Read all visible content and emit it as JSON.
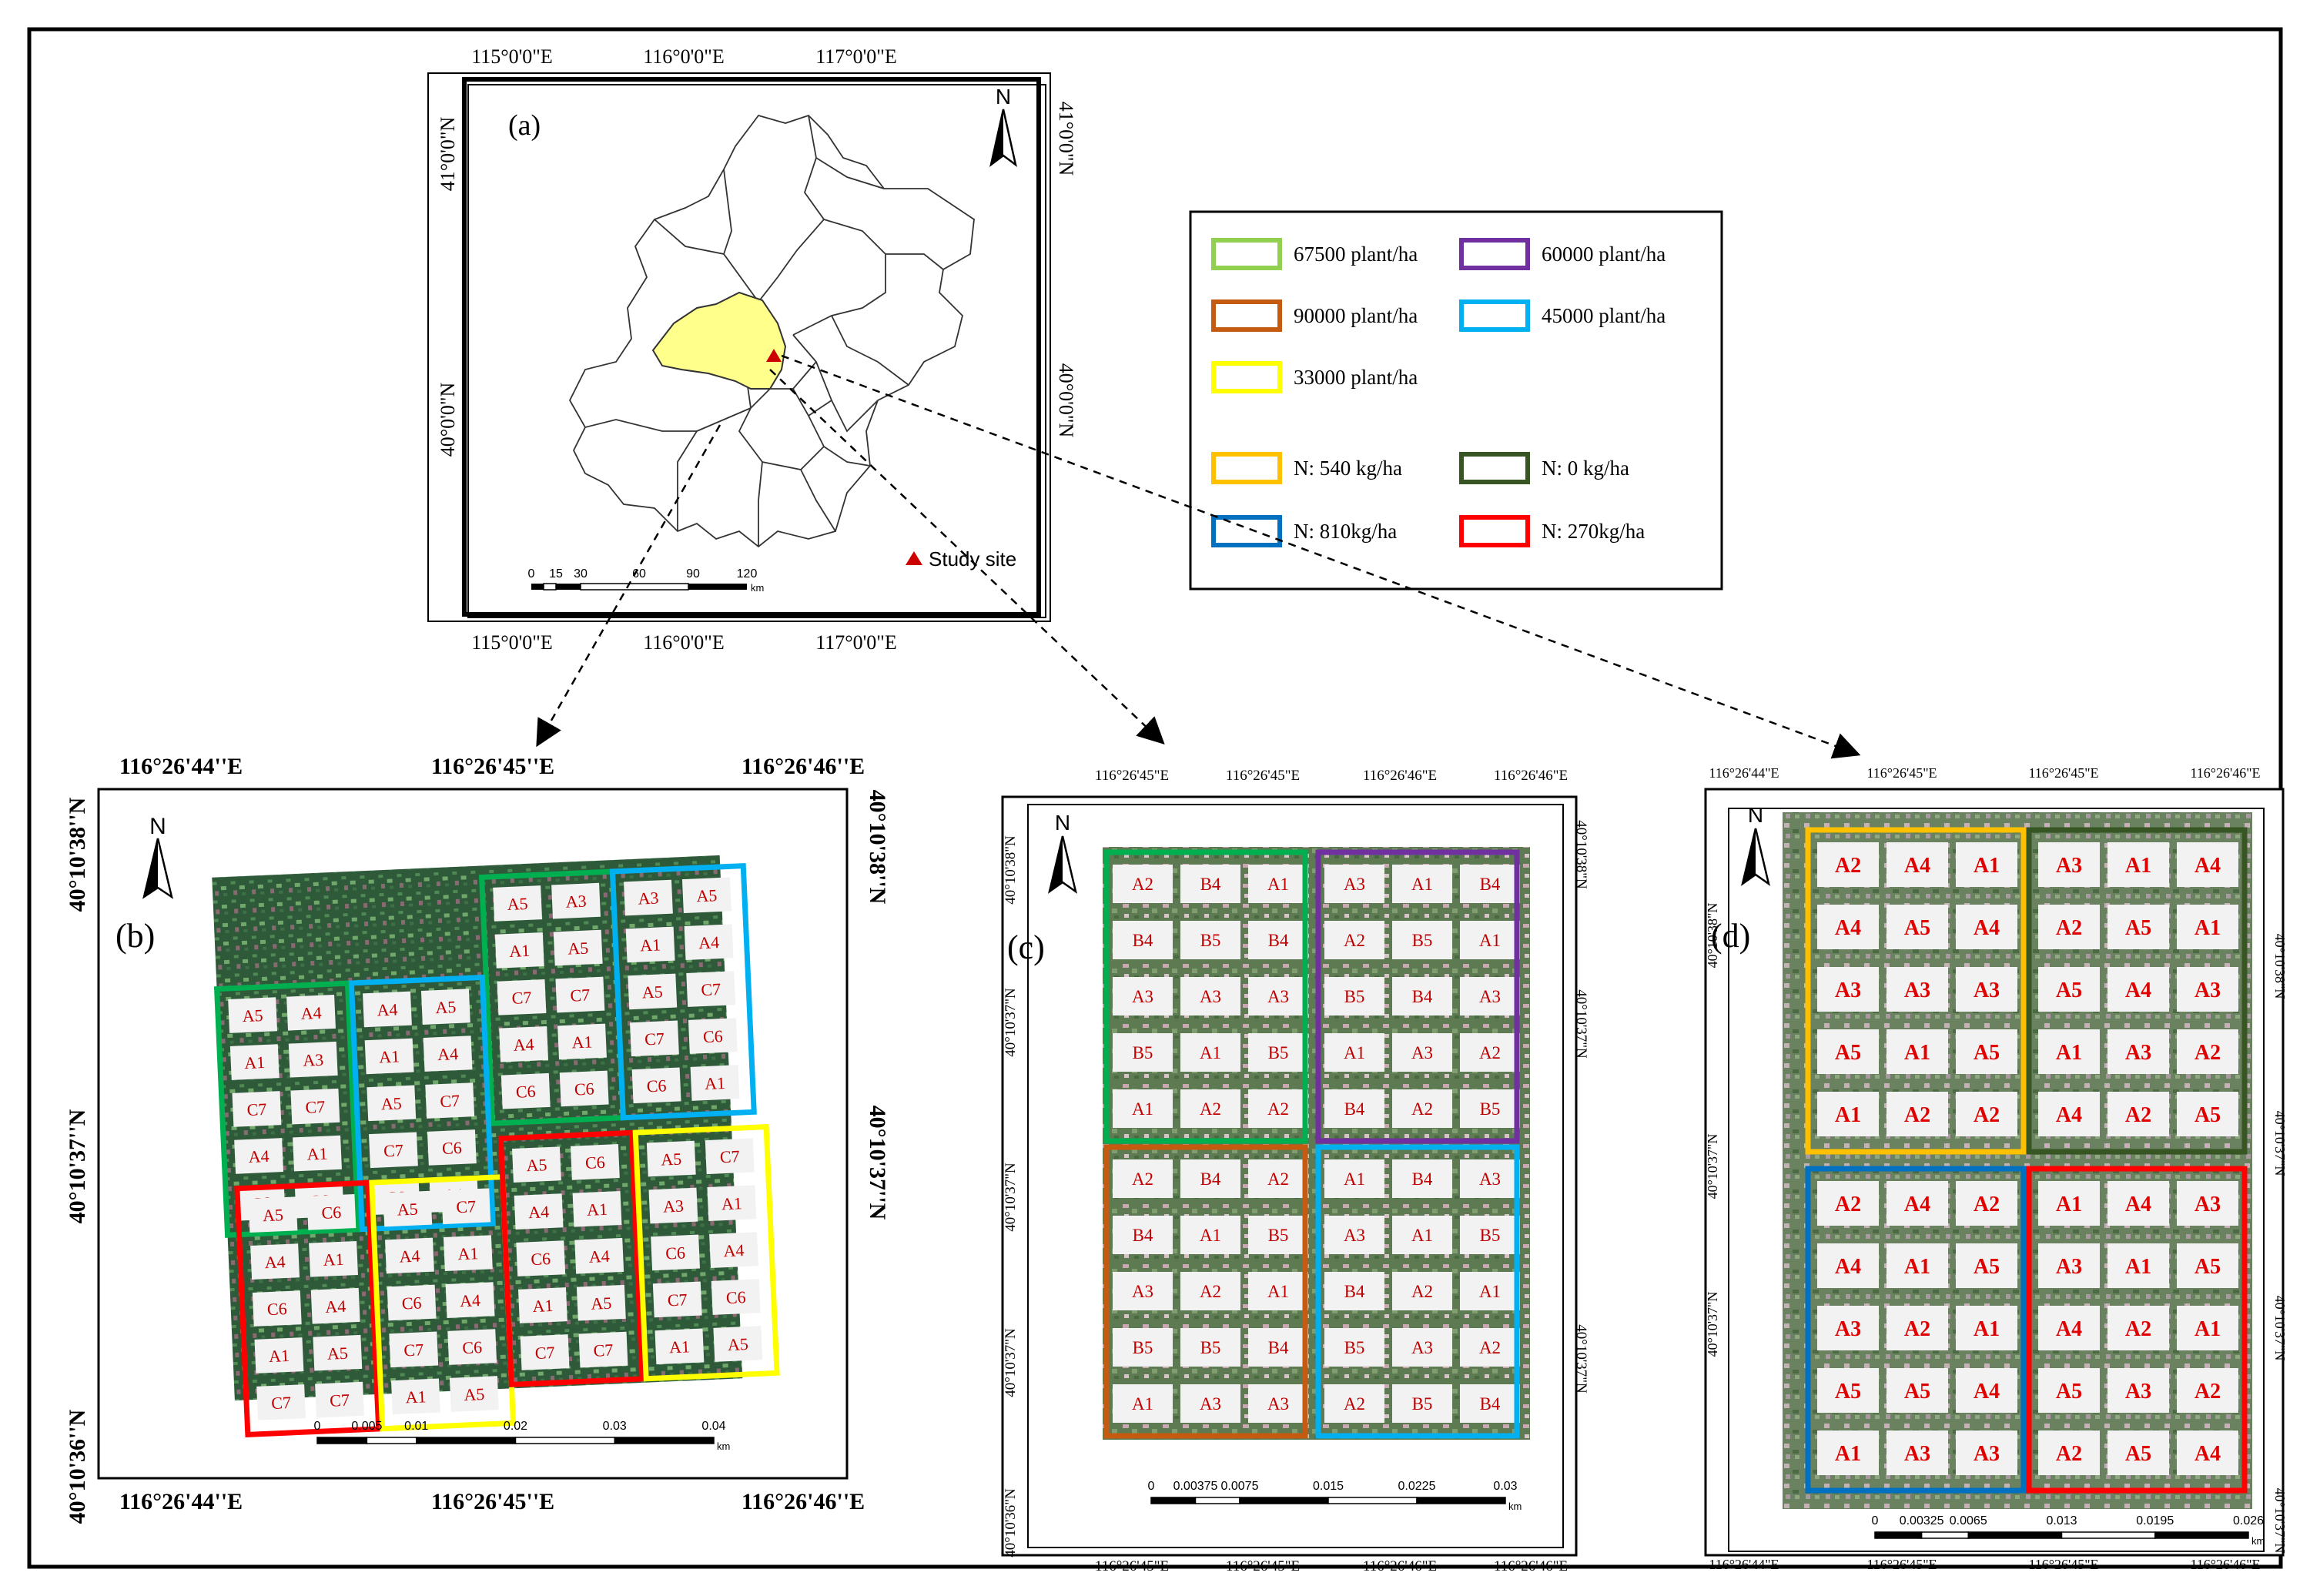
{
  "panel_a": {
    "label": "(a)",
    "lon_labels": [
      "115°0'0\"E",
      "116°0'0\"E",
      "117°0'0\"E"
    ],
    "lat_labels": [
      "41°0'0\"N",
      "40°0'0\"N"
    ],
    "north": "N",
    "scale_ticks": [
      "0",
      "15",
      "30",
      "60",
      "90",
      "120"
    ],
    "scale_unit": "km",
    "study_site": "Study site",
    "colors": {
      "district": "#ffff8c",
      "site": "#cc0000"
    }
  },
  "legend": {
    "items": [
      {
        "label": "67500 plant/ha",
        "color": "#92d050"
      },
      {
        "label": "60000 plant/ha",
        "color": "#7030a0"
      },
      {
        "label": "90000 plant/ha",
        "color": "#c55a11"
      },
      {
        "label": "45000 plant/ha",
        "color": "#00b0f0"
      },
      {
        "label": "33000 plant/ha",
        "color": "#ffff00"
      },
      {
        "label": "N: 540 kg/ha",
        "color": "#ffc000"
      },
      {
        "label": "N: 0 kg/ha",
        "color": "#375623"
      },
      {
        "label": "N: 810kg/ha",
        "color": "#0070c0"
      },
      {
        "label": "N: 270kg/ha",
        "color": "#ff0000"
      }
    ]
  },
  "panel_b": {
    "label": "(b)",
    "north": "N",
    "top_lon": [
      "116°26'44''E",
      "116°26'45''E",
      "116°26'46''E"
    ],
    "bottom_lon": [
      "116°26'44''E",
      "116°26'45''E",
      "116°26'46''E"
    ],
    "left_lat": [
      "40°10'38''N",
      "40°10'37''N",
      "40°10'36''N"
    ],
    "right_lat": [
      "40°10'38''N",
      "40°10'37''N"
    ],
    "scale_ticks": [
      "0",
      "0.005",
      "0.01",
      "0.02",
      "0.03",
      "0.04"
    ],
    "scale_unit": "km",
    "plots": [
      [
        [
          "A5",
          "A3"
        ],
        [
          "A1",
          "A5"
        ],
        [
          "C7",
          "C7"
        ],
        [
          "A4",
          "A1"
        ],
        [
          "C6",
          "C6"
        ]
      ],
      [
        [
          "A3",
          "A5"
        ],
        [
          "A1",
          "A4"
        ],
        [
          "A5",
          "C7"
        ],
        [
          "C7",
          "C6"
        ],
        [
          "C6",
          "A1"
        ]
      ],
      [
        [
          "A5",
          "A4"
        ],
        [
          "A1",
          "A3"
        ],
        [
          "C7",
          "C7"
        ],
        [
          "A4",
          "A1"
        ],
        [
          "C6",
          "C6"
        ]
      ],
      [
        [
          "A4",
          "A5"
        ],
        [
          "A1",
          "A4"
        ],
        [
          "A5",
          "C7"
        ],
        [
          "C7",
          "C6"
        ],
        [
          "C6",
          "A1"
        ]
      ],
      [
        [
          "A5",
          "C6"
        ],
        [
          "A4",
          "A1"
        ],
        [
          "C6",
          "A4"
        ],
        [
          "A1",
          "A5"
        ],
        [
          "C7",
          "C7"
        ]
      ],
      [
        [
          "A5",
          "C7"
        ],
        [
          "A4",
          "A1"
        ],
        [
          "C6",
          "A4"
        ],
        [
          "C7",
          "C6"
        ],
        [
          "A1",
          "A5"
        ]
      ],
      [
        [
          "A5",
          "C6"
        ],
        [
          "A4",
          "A1"
        ],
        [
          "C6",
          "A4"
        ],
        [
          "A1",
          "A5"
        ],
        [
          "C7",
          "C7"
        ]
      ],
      [
        [
          "A5",
          "C7"
        ],
        [
          "A3",
          "A1"
        ],
        [
          "C6",
          "A4"
        ],
        [
          "C7",
          "C6"
        ],
        [
          "A1",
          "A5"
        ]
      ]
    ]
  },
  "panel_c": {
    "label": "(c)",
    "north": "N",
    "top_lon": [
      "116°26'45\"E",
      "116°26'45\"E",
      "116°26'46\"E",
      "116°26'46\"E"
    ],
    "bottom_lon": [
      "116°26'45\"E",
      "116°26'45\"E",
      "116°26'46\"E",
      "116°26'46\"E"
    ],
    "left_lat": [
      "40°10'38\"N",
      "40°10'37\"N",
      "40°10'37\"N",
      "40°10'37\"N",
      "40°10'36\"N"
    ],
    "right_lat": [
      "40°10'38\"N",
      "40°10'37\"N",
      "40°10'37\"N"
    ],
    "scale_ticks": [
      "0",
      "0.00375",
      "0.0075",
      "0.015",
      "0.0225",
      "0.03"
    ],
    "scale_unit": "km",
    "plots": [
      [
        [
          "A2",
          "B4",
          "A1"
        ],
        [
          "B4",
          "B5",
          "B4"
        ],
        [
          "A3",
          "A3",
          "A3"
        ],
        [
          "B5",
          "A1",
          "B5"
        ],
        [
          "A1",
          "A2",
          "A2"
        ]
      ],
      [
        [
          "A3",
          "A1",
          "B4"
        ],
        [
          "A2",
          "B5",
          "A1"
        ],
        [
          "B5",
          "B4",
          "A3"
        ],
        [
          "A1",
          "A3",
          "A2"
        ],
        [
          "B4",
          "A2",
          "B5"
        ]
      ],
      [
        [
          "A2",
          "B4",
          "A2"
        ],
        [
          "B4",
          "A1",
          "B5"
        ],
        [
          "A3",
          "A2",
          "A1"
        ],
        [
          "B5",
          "B5",
          "B4"
        ],
        [
          "A1",
          "A3",
          "A3"
        ]
      ],
      [
        [
          "A1",
          "B4",
          "A3"
        ],
        [
          "A3",
          "A1",
          "B5"
        ],
        [
          "B4",
          "A2",
          "A1"
        ],
        [
          "B5",
          "A3",
          "A2"
        ],
        [
          "A2",
          "B5",
          "B4"
        ]
      ]
    ]
  },
  "panel_d": {
    "label": "(d)",
    "north": "N",
    "top_lon": [
      "116°26'44\"E",
      "116°26'45\"E",
      "116°26'45\"E",
      "116°26'46\"E"
    ],
    "bottom_lon": [
      "116°26'44\"E",
      "116°26'45\"E",
      "116°26'45\"E",
      "116°26'46\"E"
    ],
    "left_lat": [
      "40°10'38\"N",
      "40°10'37\"N",
      "40°10'37\"N"
    ],
    "right_lat": [
      "40°10'38\"N",
      "40°10'37\"N",
      "40°10'37\"N",
      "40°10'37\"N"
    ],
    "scale_ticks": [
      "0",
      "0.00325",
      "0.0065",
      "0.013",
      "0.0195",
      "0.026"
    ],
    "scale_unit": "km",
    "plots": [
      [
        [
          "A2",
          "A4",
          "A1"
        ],
        [
          "A4",
          "A5",
          "A4"
        ],
        [
          "A3",
          "A3",
          "A3"
        ],
        [
          "A5",
          "A1",
          "A5"
        ],
        [
          "A1",
          "A2",
          "A2"
        ]
      ],
      [
        [
          "A3",
          "A1",
          "A4"
        ],
        [
          "A2",
          "A5",
          "A1"
        ],
        [
          "A5",
          "A4",
          "A3"
        ],
        [
          "A1",
          "A3",
          "A2"
        ],
        [
          "A4",
          "A2",
          "A5"
        ]
      ],
      [
        [
          "A2",
          "A4",
          "A2"
        ],
        [
          "A4",
          "A1",
          "A5"
        ],
        [
          "A3",
          "A2",
          "A1"
        ],
        [
          "A5",
          "A5",
          "A4"
        ],
        [
          "A1",
          "A3",
          "A3"
        ]
      ],
      [
        [
          "A1",
          "A4",
          "A3"
        ],
        [
          "A3",
          "A1",
          "A5"
        ],
        [
          "A4",
          "A2",
          "A1"
        ],
        [
          "A5",
          "A3",
          "A2"
        ],
        [
          "A2",
          "A5",
          "A4"
        ]
      ]
    ]
  }
}
